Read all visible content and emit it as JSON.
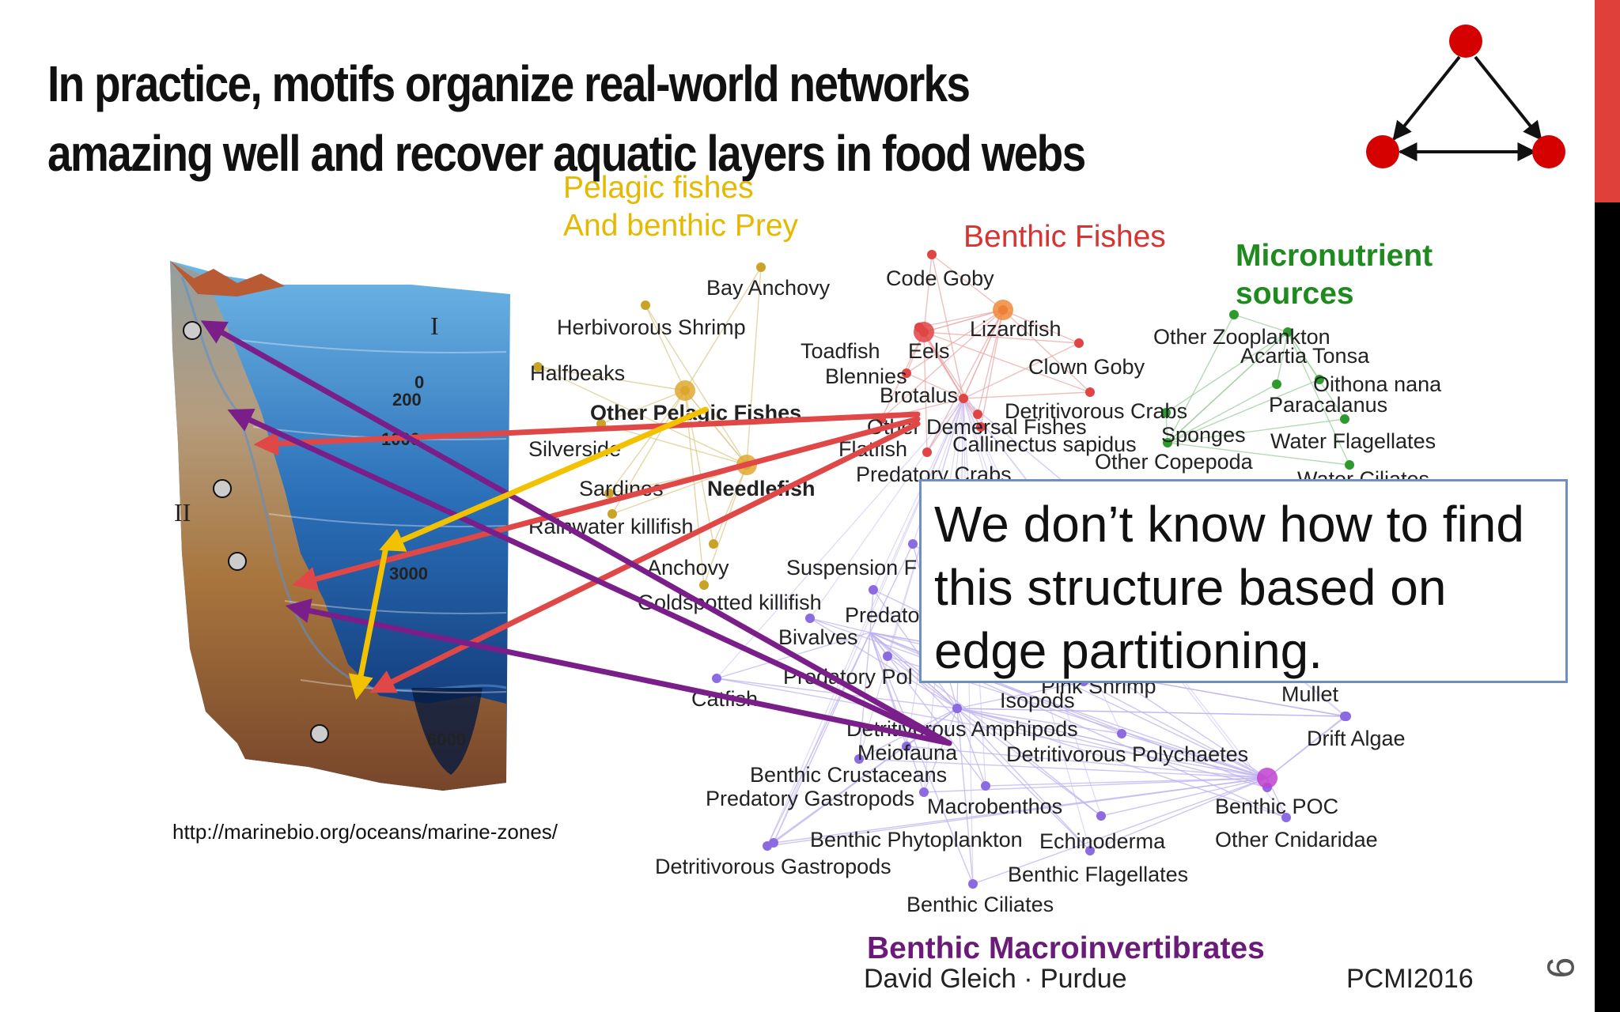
{
  "slide": {
    "title_line1": "In practice, motifs organize real-world networks",
    "title_line2": "amazing well and recover aquatic layers in food webs",
    "callout_text": "We don’t know how to find\nthis structure based on\nedge partitioning.",
    "source_url": "http://marinebio.org/oceans/marine-zones/",
    "footer_author": "David Gleich · Purdue",
    "footer_event": "PCMI2016",
    "page_number": "9"
  },
  "colors": {
    "accent_red": "#e0403a",
    "pelagic": "#e6b800",
    "benthic_fishes": "#d63333",
    "micronutrient": "#1f8a1f",
    "macroinvertebrates": "#6a1b7a",
    "callout_border": "#6f8fc2"
  },
  "groups": {
    "pelagic": "Pelagic fishes\nAnd benthic Prey",
    "benthic_fishes": "Benthic Fishes",
    "micronutrient": "Micronutrient\nsources",
    "macro": "Benthic Macroinvertibrates"
  },
  "figure_labels": {
    "zone_1": "I",
    "zone_2": "II",
    "depth_0": "0",
    "depth_200": "200",
    "depth_1000": "1000",
    "depth_3000": "3000",
    "depth_6000": "6000"
  },
  "nodes": [
    {
      "label": "Bay Anchovy",
      "group": "pelagic"
    },
    {
      "label": "Code Goby",
      "group": "benthic_fishes"
    },
    {
      "label": "Herbivorous Shrimp",
      "group": "pelagic"
    },
    {
      "label": "Lizardfish",
      "group": "benthic_fishes"
    },
    {
      "label": "Toadfish",
      "group": "benthic_fishes"
    },
    {
      "label": "Eels",
      "group": "benthic_fishes"
    },
    {
      "label": "Halfbeaks",
      "group": "pelagic"
    },
    {
      "label": "Blennies",
      "group": "benthic_fishes"
    },
    {
      "label": "Clown Goby",
      "group": "benthic_fishes"
    },
    {
      "label": "Brotalus",
      "group": "benthic_fishes"
    },
    {
      "label": "Other Pelagic Fishes",
      "group": "pelagic",
      "bold": true
    },
    {
      "label": "Detritivorous Crabs",
      "group": "benthic_fishes"
    },
    {
      "label": "Other Demersal Fishes",
      "group": "benthic_fishes"
    },
    {
      "label": "Silverside",
      "group": "pelagic"
    },
    {
      "label": "Flatfish",
      "group": "benthic_fishes"
    },
    {
      "label": "Callinectus sapidus",
      "group": "benthic_fishes"
    },
    {
      "label": "Predatory Crabs",
      "group": "benthic_fishes"
    },
    {
      "label": "Sardines",
      "group": "pelagic"
    },
    {
      "label": "Needlefish",
      "group": "pelagic",
      "bold": true
    },
    {
      "label": "Rainwater killifish",
      "group": "pelagic"
    },
    {
      "label": "Anchovy",
      "group": "pelagic"
    },
    {
      "label": "Suspension F",
      "group": "macro"
    },
    {
      "label": "Goldspotted killifish",
      "group": "pelagic"
    },
    {
      "label": "Predato",
      "group": "macro"
    },
    {
      "label": "Bivalves",
      "group": "macro"
    },
    {
      "label": "Predatory Pol",
      "group": "macro"
    },
    {
      "label": "Catfish",
      "group": "macro"
    },
    {
      "label": "Isopods",
      "group": "macro"
    },
    {
      "label": "Pink Shrimp",
      "group": "macro"
    },
    {
      "label": "Mullet",
      "group": "macro"
    },
    {
      "label": "Detritivorous Amphipods",
      "group": "macro"
    },
    {
      "label": "Meiofauna",
      "group": "macro"
    },
    {
      "label": "Detritivorous Polychaetes",
      "group": "macro"
    },
    {
      "label": "Drift Algae",
      "group": "macro"
    },
    {
      "label": "Benthic Crustaceans",
      "group": "macro"
    },
    {
      "label": "Predatory Gastropods",
      "group": "macro"
    },
    {
      "label": "Macrobenthos",
      "group": "macro"
    },
    {
      "label": "Benthic POC",
      "group": "macro"
    },
    {
      "label": "Benthic Phytoplankton",
      "group": "macro"
    },
    {
      "label": "Echinoderma",
      "group": "macro"
    },
    {
      "label": "Other Cnidaridae",
      "group": "macro"
    },
    {
      "label": "Detritivorous Gastropods",
      "group": "macro"
    },
    {
      "label": "Benthic Flagellates",
      "group": "macro"
    },
    {
      "label": "Benthic Ciliates",
      "group": "macro"
    },
    {
      "label": "Other Zooplankton",
      "group": "micronutrient"
    },
    {
      "label": "Acartia Tonsa",
      "group": "micronutrient"
    },
    {
      "label": "Oithona nana",
      "group": "micronutrient"
    },
    {
      "label": "Paracalanus",
      "group": "micronutrient"
    },
    {
      "label": "Sponges",
      "group": "micronutrient"
    },
    {
      "label": "Water Flagellates",
      "group": "micronutrient"
    },
    {
      "label": "Other Copepoda",
      "group": "micronutrient"
    },
    {
      "label": "Water Ciliates",
      "group": "micronutrient"
    }
  ]
}
